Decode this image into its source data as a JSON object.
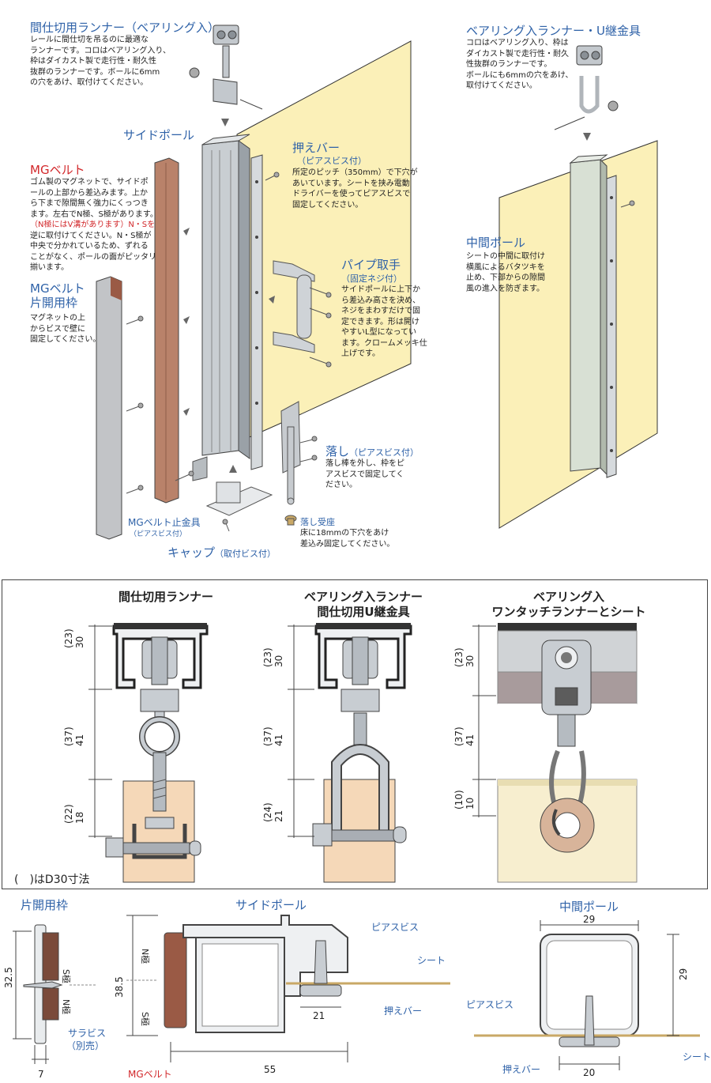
{
  "top": {
    "runner_bearing": {
      "title": "間仕切用ランナー（ベアリング入）",
      "desc": "レールに間仕切を吊るのに最適な\nランナーです。コロはベアリング入り、\n枠はダイカスト製で走行性・耐久性\n抜群のランナーです。ボールに6mm\nの穴をあけ、取付けてください。"
    },
    "u_joint": {
      "title": "ベアリング入ランナー・U継金具",
      "desc": "コロはベアリング入り、枠は\nダイカスト製で走行性・耐久\n性抜群のランナーです。\nボールにも6mmの穴をあけ、\n取付けてください。"
    },
    "side_pole": {
      "title": "サイドポール"
    },
    "mg_belt": {
      "title": "MGベルト",
      "desc_lines": [
        "ゴム製のマグネットで、サイドポ",
        "ールの上部から差込みます。上か",
        "ら下まで隙間無く強力にくっつき",
        "ます。左右でN極、S極があります。",
        "（N極にはV溝があります）N・Sを",
        "逆に取付けてください。N・S極が",
        "中央で分かれているため、ずれる",
        "ことがなく、ポールの面がピッタリ",
        "揃います。"
      ]
    },
    "mg_belt_frame": {
      "title": "MGベルト\n片開用枠",
      "desc": "マグネットの上\nからビスで壁に\n固定してください。"
    },
    "press_bar": {
      "title": "押えバー",
      "sub": "（ピアスビス付）",
      "desc": "所定のピッチ（350mm）で下穴が\nあいています。シートを挟み電動\nドライバーを使ってピアスビスで\n固定してください。"
    },
    "pipe_handle": {
      "title": "パイプ取手",
      "sub": "（固定ネジ付）",
      "desc": "サイドポールに上下か\nら差込み高さを決め、\nネジをまわすだけで固\n定できます。形は開け\nやすいL型になってい\nます。クロームメッキ仕\n上げです。"
    },
    "middle_pole": {
      "title": "中間ポール",
      "desc": "シートの中間に取付け\n横風によるバタツキを\n止め、下部からの隙間\n風の進入を防ぎます。"
    },
    "drop": {
      "title": "落し",
      "sub": "（ピアスビス付）",
      "desc": "落し棒を外し、枠をピ\nアスビスで固定してく\nださい。"
    },
    "drop_seat": {
      "title": "落し受座",
      "desc": "床に18mmの下穴をあけ\n差込み固定してください。"
    },
    "mg_stop": {
      "title": "MGベルト止金具",
      "sub": "（ピアスビス付）"
    },
    "cap": {
      "title": "キャップ",
      "sub": "（取付ビス付）"
    }
  },
  "middle": {
    "col1": {
      "title": "間仕切用ランナー",
      "dims": [
        "(23)\n30",
        "(37)\n41",
        "(22)\n18"
      ]
    },
    "col2": {
      "title": "ベアリング入ランナー\n間仕切用U継金具",
      "dims": [
        "(23)\n30",
        "(37)\n41",
        "(24)\n21"
      ]
    },
    "col3": {
      "title": "ベアリング入\nワンタッチランナーとシート",
      "dims": [
        "(23)\n30",
        "(37)\n41",
        "(10)\n10"
      ]
    },
    "note": "(　)はD30寸法"
  },
  "bottom": {
    "frame": {
      "title": "片開用枠",
      "dim_h": "32.5",
      "dim_w": "7",
      "s_pole": "S極",
      "n_pole": "N極",
      "screw": "サラビス",
      "screw_sub": "（別売）"
    },
    "side_pole": {
      "title": "サイドポール",
      "dim_h": "38.5",
      "dim_w": "55",
      "dim_bar": "21",
      "n_pole": "N極",
      "s_pole": "S極",
      "pierce": "ピアスビス",
      "sheet": "シート",
      "press": "押えバー",
      "mg": "MGベルト"
    },
    "middle_pole": {
      "title": "中間ポール",
      "dim_top": "29",
      "dim_h": "29",
      "dim_bar": "20",
      "pierce": "ピアスビス",
      "sheet": "シート",
      "press": "押えバー"
    }
  },
  "colors": {
    "blue": "#2f62a8",
    "red": "#d2282b",
    "wall": "#fbf0b8",
    "belt": "#b9826a",
    "rail": "#6b6b6b"
  }
}
